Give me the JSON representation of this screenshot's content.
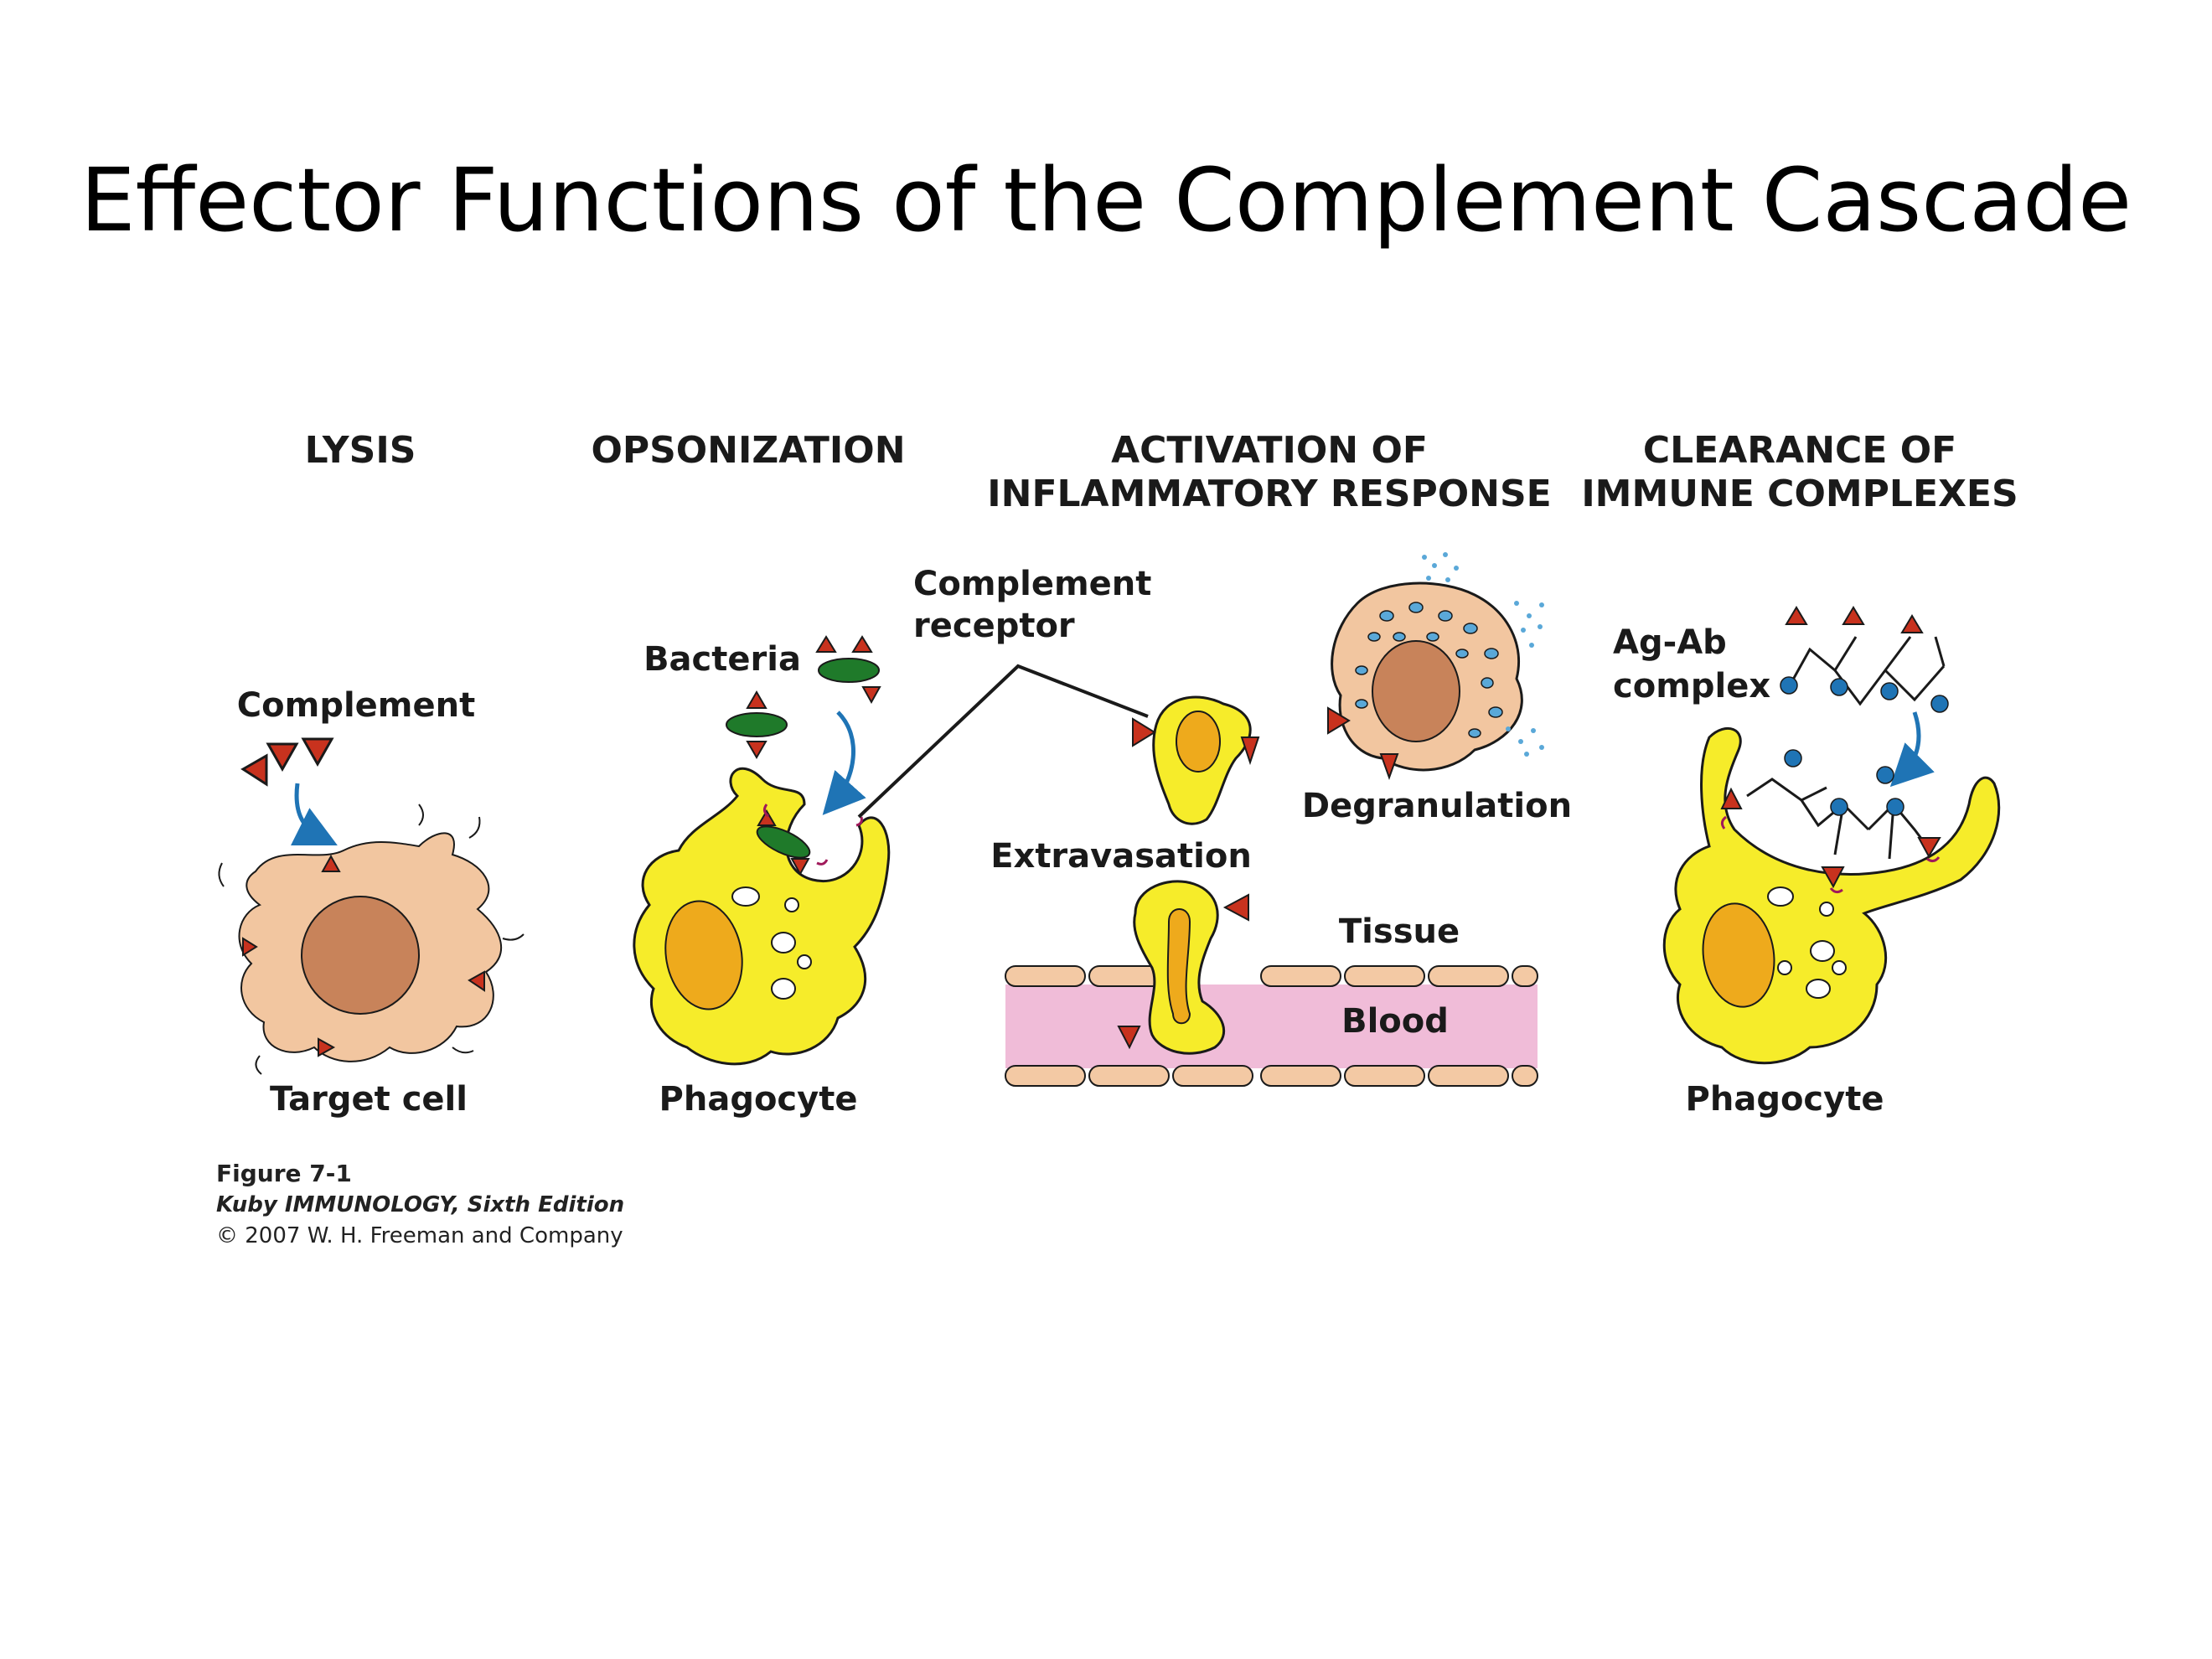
{
  "title": "Effector Functions of the Complement Cascade",
  "panels": {
    "lysis": {
      "header": "LYSIS",
      "complement_label": "Complement",
      "target_label": "Target cell"
    },
    "opsonization": {
      "header": "OPSONIZATION",
      "bacteria_label": "Bacteria",
      "phagocyte_label": "Phagocyte"
    },
    "inflammation": {
      "header_line1": "ACTIVATION OF",
      "header_line2": "INFLAMMATORY RESPONSE",
      "receptor_line1": "Complement",
      "receptor_line2": "receptor",
      "degranulation_label": "Degranulation",
      "extravasation_label": "Extravasation",
      "tissue_label": "Tissue",
      "blood_label": "Blood"
    },
    "clearance": {
      "header_line1": "CLEARANCE OF",
      "header_line2": "IMMUNE COMPLEXES",
      "agab_line1": "Ag-Ab",
      "agab_line2": "complex",
      "phagocyte_label": "Phagocyte"
    }
  },
  "caption": {
    "figure": "Figure 7-1",
    "book": "Kuby IMMUNOLOGY, Sixth Edition",
    "copyright": "© 2007 W. H. Freeman and Company"
  },
  "colors": {
    "phagocyte_body": "#f6ec2a",
    "phagocyte_nucleus": "#eeaa1c",
    "target_cell": "#f2c6a0",
    "target_nucleus": "#c8835a",
    "complement": "#c8321e",
    "bacteria": "#1f7a2a",
    "antigen": "#1f74b5",
    "blood": "#f0bcd8",
    "vessel_wall": "#f3c9a4",
    "arrow": "#1f74b5",
    "receptor": "#a0195a"
  }
}
